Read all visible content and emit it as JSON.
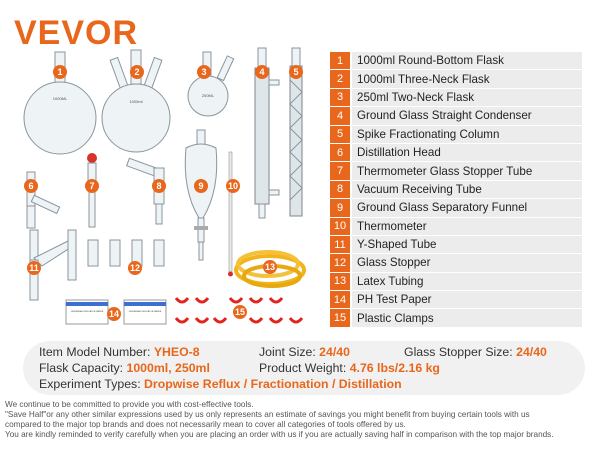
{
  "brand": {
    "logo_text": "VEVOR",
    "accent_color": "#e8671c"
  },
  "items": [
    {
      "num": "1",
      "name": "1000ml Round-Bottom Flask"
    },
    {
      "num": "2",
      "name": "1000ml Three-Neck Flask"
    },
    {
      "num": "3",
      "name": "250ml Two-Neck Flask"
    },
    {
      "num": "4",
      "name": "Ground Glass Straight Condenser"
    },
    {
      "num": "5",
      "name": "Spike Fractionating Column"
    },
    {
      "num": "6",
      "name": "Distillation Head"
    },
    {
      "num": "7",
      "name": "Thermometer Glass Stopper Tube"
    },
    {
      "num": "8",
      "name": "Vacuum Receiving Tube"
    },
    {
      "num": "9",
      "name": "Ground Glass Separatory Funnel"
    },
    {
      "num": "10",
      "name": "Thermometer"
    },
    {
      "num": "11",
      "name": "Y-Shaped Tube"
    },
    {
      "num": "12",
      "name": "Glass Stopper"
    },
    {
      "num": "13",
      "name": "Latex Tubing"
    },
    {
      "num": "14",
      "name": "PH Test Paper"
    },
    {
      "num": "15",
      "name": "Plastic Clamps"
    }
  ],
  "illustration_labels": {
    "flask1_text": "1000ML",
    "flask2_text": "1000ml",
    "flask3_text": "250ML",
    "ph_paper_text": "UNIVERSAL INDICATOR PAPER"
  },
  "specs": {
    "model_label": "Item Model Number:",
    "model_value": "YHEO-8",
    "joint_label": "Joint Size:",
    "joint_value": "24/40",
    "stopper_label": "Glass Stopper Size:",
    "stopper_value": "24/40",
    "capacity_label": "Flask Capacity:",
    "capacity_value": "1000ml, 250ml",
    "weight_label": "Product Weight:",
    "weight_value": "4.76 lbs/2.16 kg",
    "types_label": "Experiment Types:",
    "types_value": "Dropwise Reflux / Fractionation / Distillation"
  },
  "disclaimer": {
    "line1": "We continue to be committed to provide you with cost-effective tools.",
    "line2": "\"Save Half\"or any other similar expressions used by us only represents an estimate of savings you might benefit from buying certain tools with us",
    "line3": "compared to the major top brands and does not necessarily mean to cover all categories of tools offered by us.",
    "line4": "You are kindly reminded to verify carefully when you are placing an order with us if you are actually saving half in comparison with the top major brands."
  }
}
